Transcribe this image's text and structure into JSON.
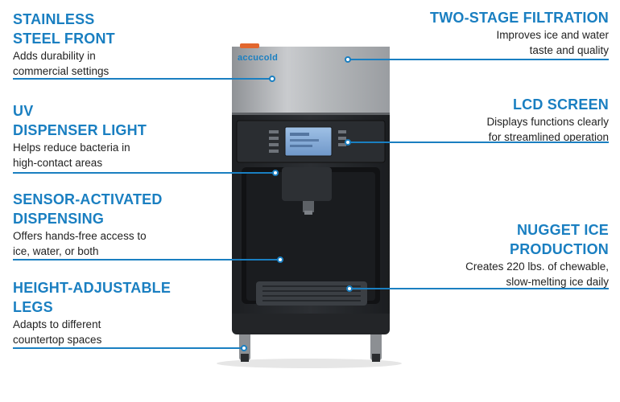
{
  "brand": {
    "logo_text": "accucold",
    "accent_color": "#1a7fc1"
  },
  "features": {
    "stainless": {
      "title_line1": "STAINLESS",
      "title_line2": "STEEL FRONT",
      "desc_line1": "Adds durability in",
      "desc_line2": "commercial settings"
    },
    "uv": {
      "title_line1": "UV",
      "title_line2": "DISPENSER LIGHT",
      "desc_line1": "Helps reduce bacteria in",
      "desc_line2": "high-contact areas"
    },
    "sensor": {
      "title_line1": "SENSOR-ACTIVATED",
      "title_line2": "DISPENSING",
      "desc_line1": "Offers hands-free access to",
      "desc_line2": "ice, water, or both"
    },
    "legs": {
      "title_line1": "HEIGHT-ADJUSTABLE",
      "title_line2": "LEGS",
      "desc_line1": "Adapts to different",
      "desc_line2": "countertop spaces"
    },
    "filtration": {
      "title_line1": "TWO-STAGE FILTRATION",
      "desc_line1": "Improves ice and water",
      "desc_line2": "taste and quality"
    },
    "lcd": {
      "title_line1": "LCD SCREEN",
      "desc_line1": "Displays functions clearly",
      "desc_line2": "for streamlined operation"
    },
    "nugget": {
      "title_line1": "NUGGET ICE",
      "title_line2": "PRODUCTION",
      "desc_line1": "Creates 220 lbs. of chewable,",
      "desc_line2": "slow-melting ice daily"
    }
  }
}
